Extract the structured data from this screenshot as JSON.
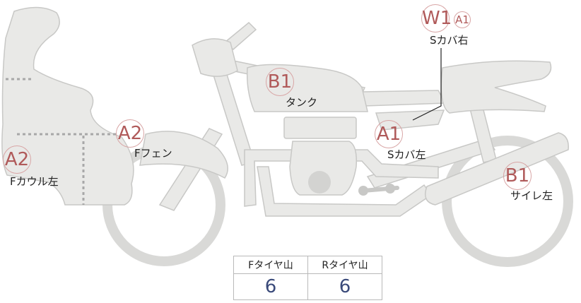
{
  "parts": [
    {
      "id": "f-cowl-left",
      "grade": "A2",
      "label": "Fカウル左"
    },
    {
      "id": "f-fender",
      "grade": "A2",
      "label": "Fフェン"
    },
    {
      "id": "tank",
      "grade": "B1",
      "label": "タンク"
    },
    {
      "id": "side-cover-right",
      "grade": "W1",
      "grade_secondary": "A1",
      "label": "Sカバ右"
    },
    {
      "id": "side-cover-left",
      "grade": "A1",
      "label": "Sカバ左"
    },
    {
      "id": "muffler-left",
      "grade": "B1",
      "label": "サイレ左"
    }
  ],
  "tire_table": {
    "headers": [
      "Fタイヤ山",
      "Rタイヤ山"
    ],
    "values": [
      "6",
      "6"
    ],
    "value_color": "#3a4a7a"
  },
  "colors": {
    "body_fill": "#e9e9e7",
    "body_stroke": "#c8c8c6",
    "grade_text": "#b05a5a",
    "grade_ring": "#d8a5a5",
    "dotted": "#a8a8a8"
  }
}
